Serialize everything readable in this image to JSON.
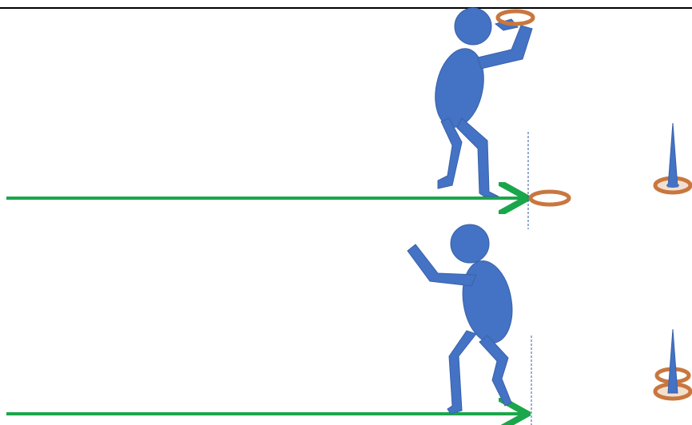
{
  "colors": {
    "figure": "#4472c4",
    "figure_outline": "#3a62a8",
    "ring": "#c8773f",
    "ring_fill": "#f4dfcf",
    "arrow": "#1aa64a",
    "throw_line": "#2f5ea8",
    "frame": "#000000",
    "cone": "#4472c4"
  },
  "panels": [
    {
      "id": "top",
      "figure_pose": "ring-held-overhead",
      "rings_on_cone": 1,
      "ring_on_floor": true
    },
    {
      "id": "bottom",
      "figure_pose": "arm-back-after-throw",
      "rings_on_cone": 2,
      "ring_on_floor": false
    }
  ],
  "icons": {
    "person": "person-icon",
    "ring": "ring-icon",
    "cone": "cone-icon",
    "arrow": "arrow-right-icon"
  }
}
